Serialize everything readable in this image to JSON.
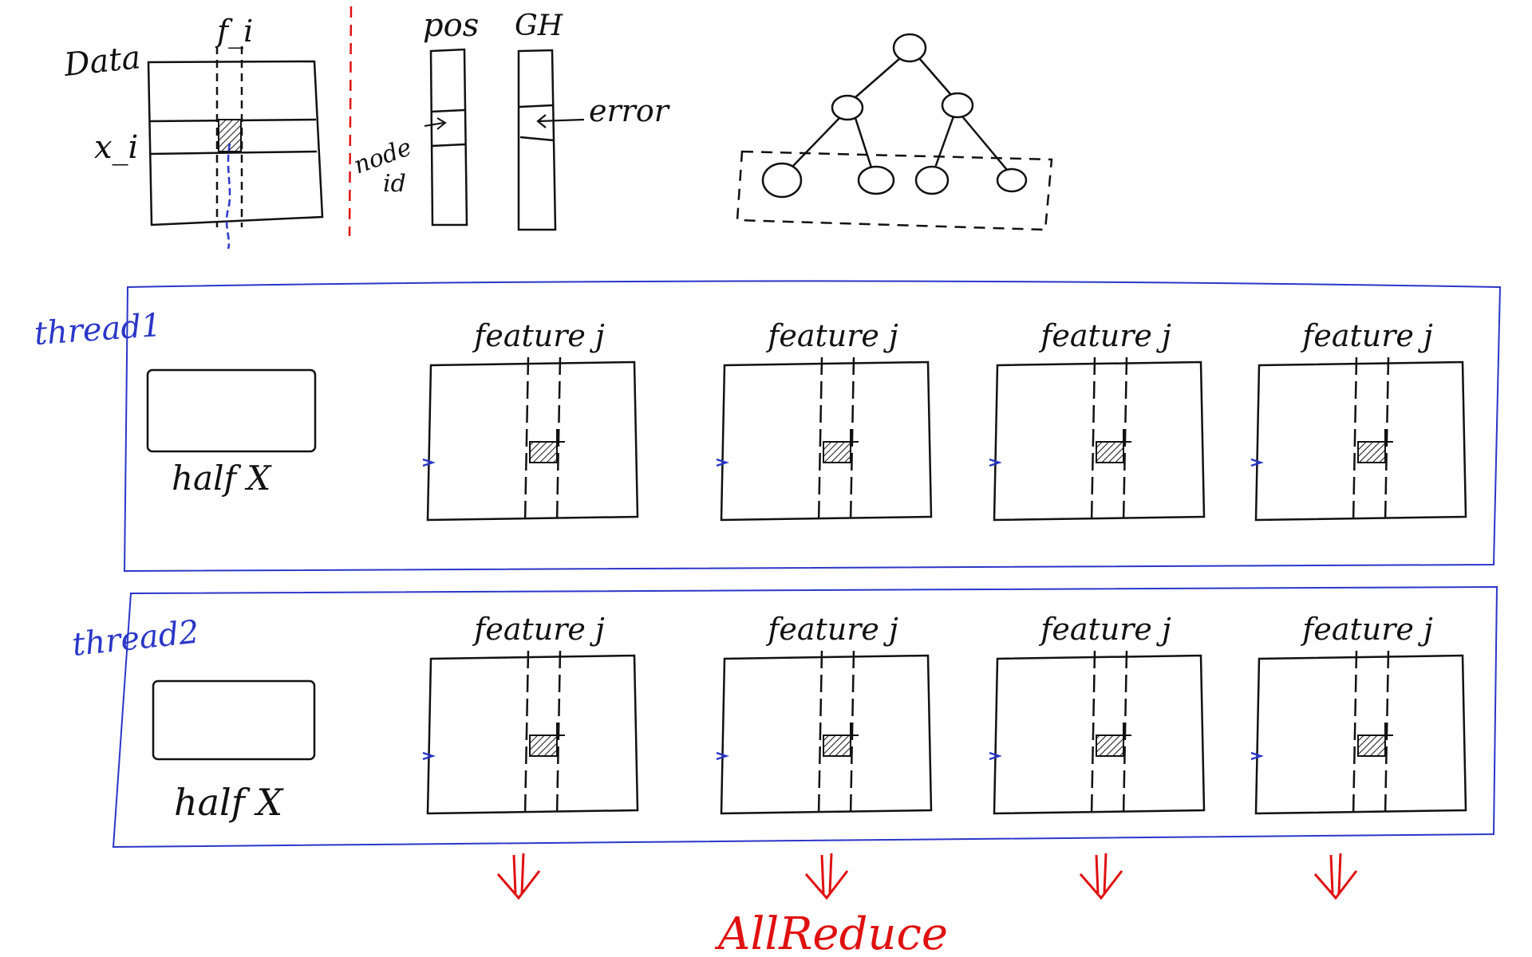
{
  "colors": {
    "ink": "#111111",
    "blue": "#2a36c8",
    "red": "#e01010",
    "hatch": "#111111"
  },
  "top": {
    "data_label": "Data",
    "feature_label": "f_i",
    "row_label": "x_i",
    "pos_label": "pos",
    "gh_label": "GH",
    "node_id_label_1": "node",
    "node_id_label_2": "id",
    "error_label": "error"
  },
  "threads": [
    {
      "label": "thread1",
      "half_label": "half X",
      "panels": [
        {
          "feature_label": "feature j"
        },
        {
          "feature_label": "feature j"
        },
        {
          "feature_label": "feature j"
        },
        {
          "feature_label": "feature j"
        }
      ]
    },
    {
      "label": "thread2",
      "half_label": "half X",
      "panels": [
        {
          "feature_label": "feature j"
        },
        {
          "feature_label": "feature j"
        },
        {
          "feature_label": "feature j"
        },
        {
          "feature_label": "feature j"
        }
      ]
    }
  ],
  "allreduce_label": "AllReduce"
}
